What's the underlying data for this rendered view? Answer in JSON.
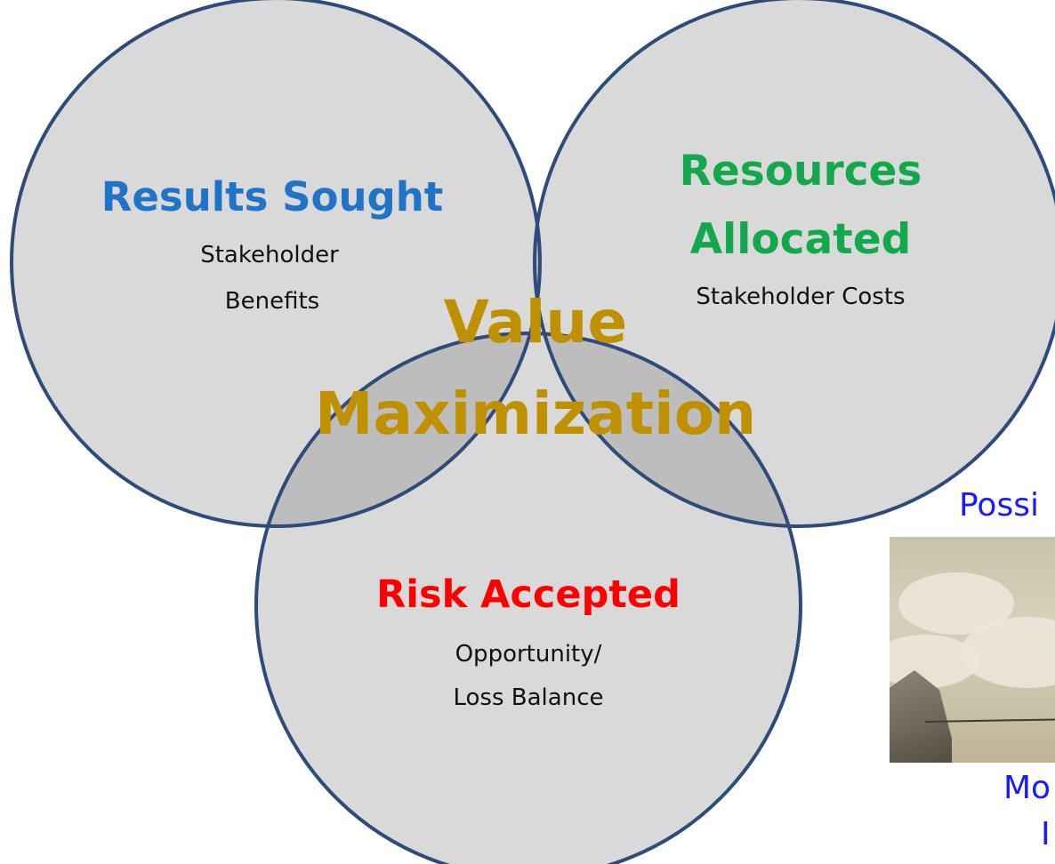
{
  "venn": {
    "results": {
      "title": "Results Sought",
      "subtitle_line1": "Stakeholder",
      "subtitle_line2": "Benefits"
    },
    "resources": {
      "title_line1": "Resources",
      "title_line2": "Allocated",
      "subtitle": "Stakeholder Costs"
    },
    "risk": {
      "title": "Risk Accepted",
      "subtitle_line1": "Opportunity/",
      "subtitle_line2": "Loss Balance"
    },
    "center": {
      "line1": "Value",
      "line2": "Maximization"
    }
  },
  "side_panel": {
    "top_text": "Possi",
    "bottom_line1": "Mo",
    "bottom_line2": "I"
  },
  "colors": {
    "circle_fill": "#d9d9d9",
    "circle_stroke": "#2f4b7c",
    "overlap_fill": "#bdbdbd",
    "center_overlap_fill": "#a9a9a9",
    "results_title": "#1f74c7",
    "resources_title": "#14a84c",
    "risk_title": "#ff0000",
    "center_text": "#bf9000",
    "side_text": "#1a1aff"
  }
}
